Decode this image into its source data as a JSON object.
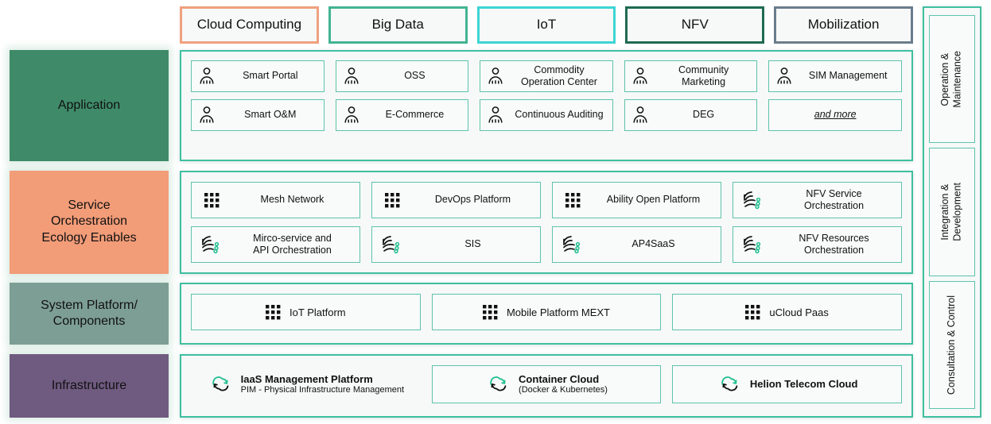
{
  "badges": [
    {
      "label": "Cloud Computing",
      "color": "#f0a07e"
    },
    {
      "label": "Big Data",
      "color": "#43b492"
    },
    {
      "label": "IoT",
      "color": "#3fd4d4"
    },
    {
      "label": "NFV",
      "color": "#1f6b52"
    },
    {
      "label": "Mobilization",
      "color": "#6b7d8c"
    }
  ],
  "layers": [
    {
      "name": "Application",
      "color": "#3f8b69",
      "items": [
        {
          "label": "Smart Portal",
          "icon": "person-icon"
        },
        {
          "label": "OSS",
          "icon": "person-icon"
        },
        {
          "label": "Commodity\nOperation Center",
          "icon": "person-icon"
        },
        {
          "label": "Community\nMarketing",
          "icon": "person-icon"
        },
        {
          "label": "SIM Management",
          "icon": "person-icon"
        },
        {
          "label": "Smart O&M",
          "icon": "person-icon"
        },
        {
          "label": "E-Commerce",
          "icon": "person-icon"
        },
        {
          "label": "Continuous Auditing",
          "icon": "person-icon"
        },
        {
          "label": "DEG",
          "icon": "person-icon"
        },
        {
          "label": "and more",
          "icon": "none"
        }
      ]
    },
    {
      "name": "Service\nOrchestration\nEcology Enables",
      "color": "#f29c78",
      "items": [
        {
          "label": "Mesh Network",
          "icon": "grid-dots-icon"
        },
        {
          "label": "DevOps Platform",
          "icon": "grid-dots-icon"
        },
        {
          "label": "Ability Open Platform",
          "icon": "grid-dots-icon"
        },
        {
          "label": "NFV Service\nOrchestration",
          "icon": "orchestration-icon"
        },
        {
          "label": "Mirco-service and\nAPI Orchestration",
          "icon": "orchestration-icon"
        },
        {
          "label": "SIS",
          "icon": "orchestration-icon"
        },
        {
          "label": "AP4SaaS",
          "icon": "orchestration-icon"
        },
        {
          "label": "NFV Resources\nOrchestration",
          "icon": "orchestration-icon"
        }
      ]
    },
    {
      "name": "System Platform/\nComponents",
      "color": "#7d9e95",
      "items": [
        {
          "label": "IoT Platform",
          "icon": "grid-dots-icon"
        },
        {
          "label": "Mobile Platform MEXT",
          "icon": "grid-dots-icon"
        },
        {
          "label": "uCloud Paas",
          "icon": "grid-dots-icon"
        }
      ]
    },
    {
      "name": "Infrastructure",
      "color": "#6f5a80",
      "items": [
        {
          "title": "IaaS Management Platform",
          "subtitle": "PIM - Physical Infrastructure Management",
          "icon": "cloud-icon",
          "boxed": false
        },
        {
          "title": "Container Cloud",
          "subtitle": "(Docker & Kubernetes)",
          "icon": "cloud-icon",
          "boxed": true
        },
        {
          "title": "Helion Telecom Cloud",
          "subtitle": "",
          "icon": "cloud-icon",
          "boxed": true
        }
      ]
    }
  ],
  "sidebar": {
    "items": [
      {
        "label": "Operation &\nMaintenance"
      },
      {
        "label": "Integration &\nDevelopment"
      },
      {
        "label": "Consultation & Control"
      }
    ]
  },
  "theme": {
    "frame_border": "#3fbfa0",
    "tile_border": "#5ec3ab",
    "tile_bg": "#f9fafa",
    "accent_green": "#1fbf8f"
  }
}
